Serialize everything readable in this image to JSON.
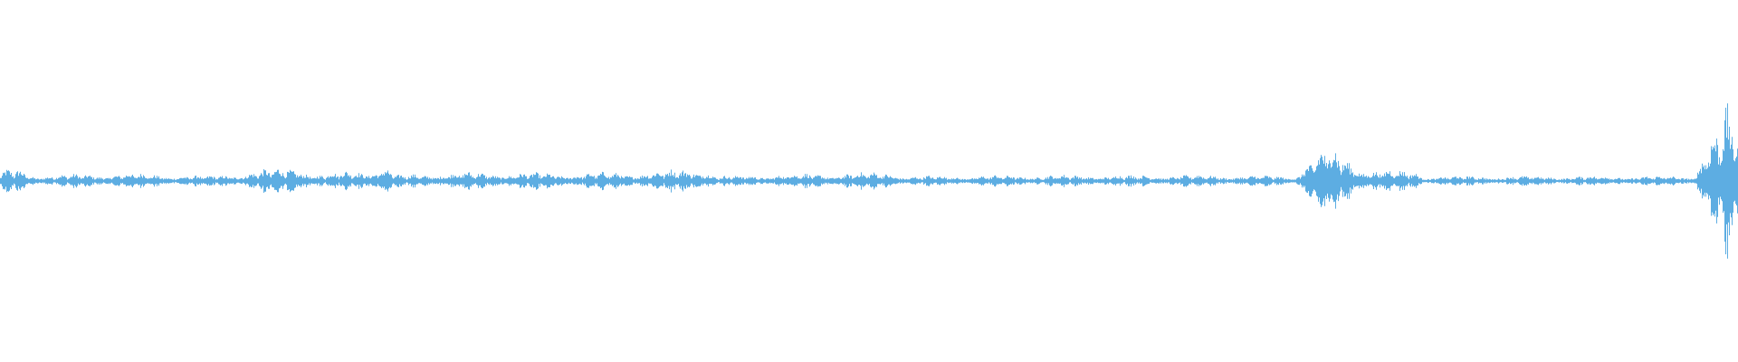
{
  "waveform": {
    "color": "#5dade2",
    "background": "#ffffff",
    "peak_scale": 0.6,
    "amplitude_envelope": [
      {
        "t": 0.0,
        "a": 0.1
      },
      {
        "t": 0.01,
        "a": 0.13
      },
      {
        "t": 0.02,
        "a": 0.06
      },
      {
        "t": 0.05,
        "a": 0.07
      },
      {
        "t": 0.07,
        "a": 0.08
      },
      {
        "t": 0.12,
        "a": 0.05
      },
      {
        "t": 0.175,
        "a": 0.16
      },
      {
        "t": 0.18,
        "a": 0.06
      },
      {
        "t": 0.222,
        "a": 0.15
      },
      {
        "t": 0.228,
        "a": 0.06
      },
      {
        "t": 0.26,
        "a": 0.09
      },
      {
        "t": 0.33,
        "a": 0.08
      },
      {
        "t": 0.38,
        "a": 0.1
      },
      {
        "t": 0.405,
        "a": 0.15
      },
      {
        "t": 0.412,
        "a": 0.05
      },
      {
        "t": 0.45,
        "a": 0.07
      },
      {
        "t": 0.515,
        "a": 0.09
      },
      {
        "t": 0.52,
        "a": 0.05
      },
      {
        "t": 0.6,
        "a": 0.06
      },
      {
        "t": 0.7,
        "a": 0.06
      },
      {
        "t": 0.745,
        "a": 0.05
      },
      {
        "t": 0.752,
        "a": 0.2
      },
      {
        "t": 0.765,
        "a": 0.38
      },
      {
        "t": 0.775,
        "a": 0.25
      },
      {
        "t": 0.79,
        "a": 0.12
      },
      {
        "t": 0.815,
        "a": 0.1
      },
      {
        "t": 0.82,
        "a": 0.05
      },
      {
        "t": 0.9,
        "a": 0.05
      },
      {
        "t": 0.975,
        "a": 0.05
      },
      {
        "t": 0.981,
        "a": 0.4
      },
      {
        "t": 0.988,
        "a": 0.55
      },
      {
        "t": 0.995,
        "a": 0.75
      },
      {
        "t": 1.0,
        "a": 0.6
      }
    ]
  }
}
